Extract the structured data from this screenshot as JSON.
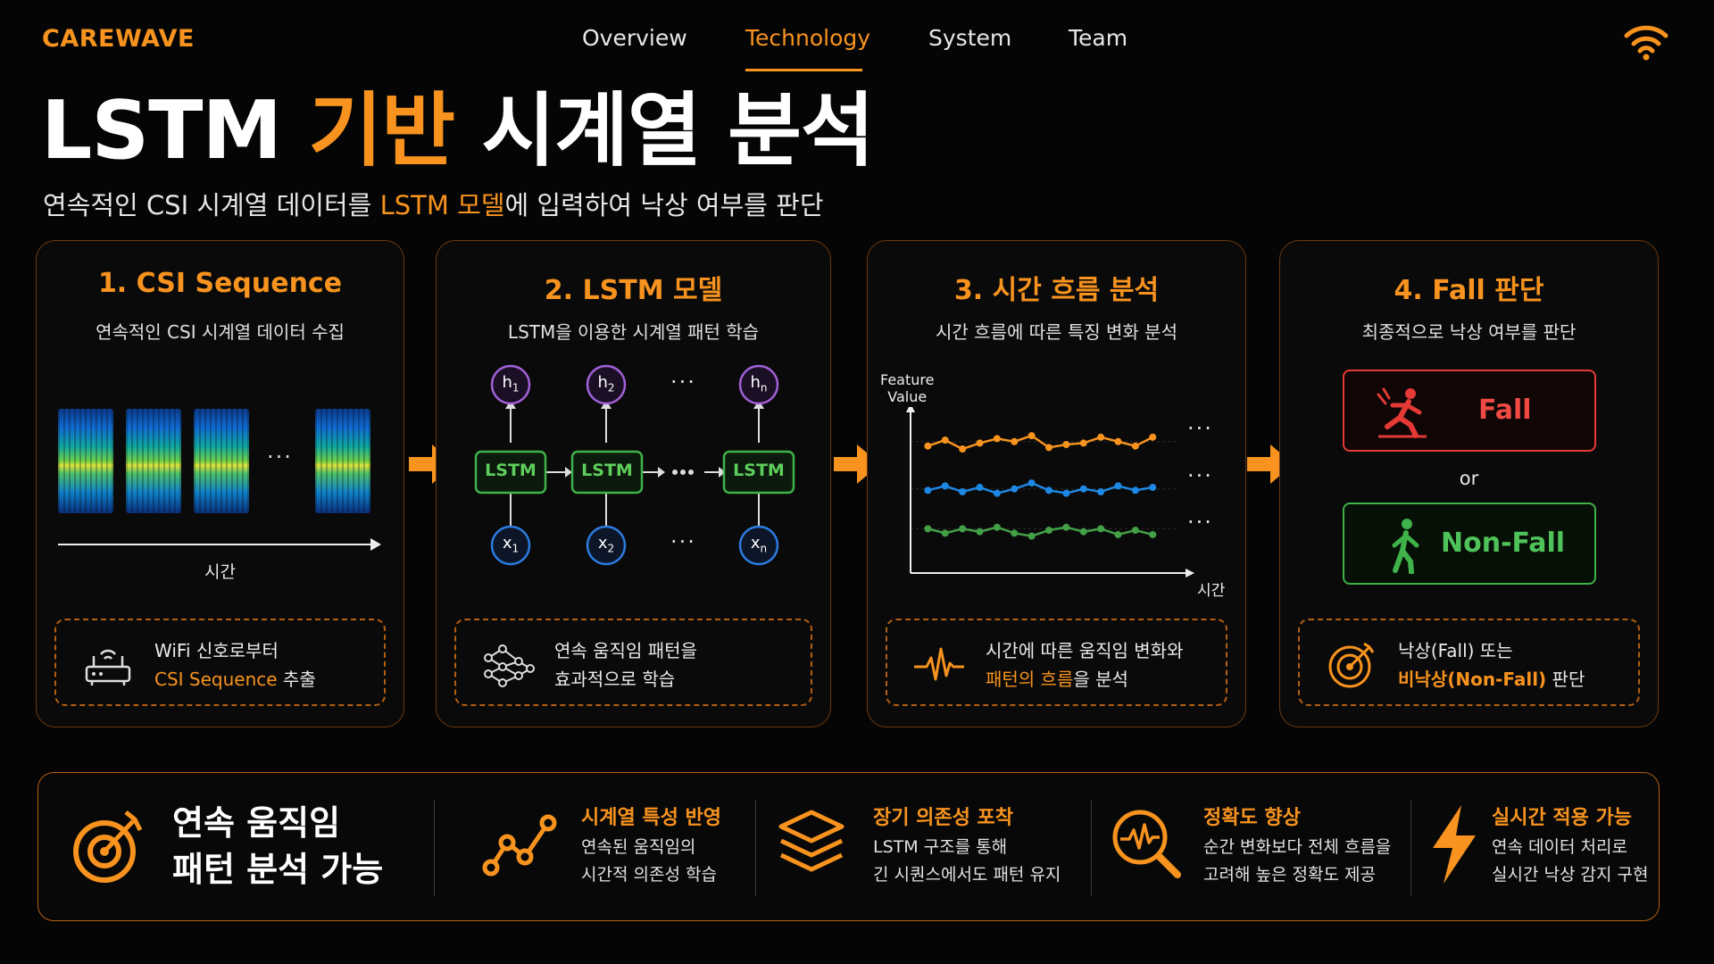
{
  "nav": {
    "logo": "CAREWAVE",
    "items": [
      {
        "label": "Overview",
        "active": false
      },
      {
        "label": "Technology",
        "active": true
      },
      {
        "label": "System",
        "active": false
      },
      {
        "label": "Team",
        "active": false
      }
    ],
    "wifi_icon": "wifi-icon"
  },
  "hero": {
    "title_part1": "LSTM ",
    "title_highlight": "기반",
    "title_part2": " 시계열 분석",
    "subtitle_part1": "연속적인 CSI 시계열 데이터를 ",
    "subtitle_highlight": "LSTM 모델",
    "subtitle_part2": "에 입력하여 낙상 여부를 판단"
  },
  "steps": [
    {
      "title": "1. CSI Sequence",
      "subtitle": "연속적인 CSI 시계열 데이터 수집",
      "dots": "···",
      "axis_label": "시간",
      "box_line1": "WiFi 신호로부터",
      "box_line2_highlight": "CSI Sequence",
      "box_line2_rest": " 추출",
      "icon": "router-icon"
    },
    {
      "title": "2. LSTM 모델",
      "subtitle": "LSTM을 이용한 시계열 패턴 학습",
      "cell_label": "LSTM",
      "hidden_labels": [
        "h",
        "h",
        "h"
      ],
      "hidden_subs": [
        "1",
        "2",
        "n"
      ],
      "input_labels": [
        "x",
        "x",
        "x"
      ],
      "input_subs": [
        "1",
        "2",
        "n"
      ],
      "dots": "···",
      "box_line1": "연속 움직임 패턴을",
      "box_line2": "효과적으로 학습",
      "icon": "neural-network-icon"
    },
    {
      "title": "3. 시간 흐름 분석",
      "subtitle": "시간 흐름에 따른 특징 변화 분석",
      "y_label_line1": "Feature",
      "y_label_line2": "Value",
      "x_label": "시간",
      "dots": "···",
      "box_line1": "시간에 따른 움직임 변화와",
      "box_line2_highlight": "패턴의 흐름",
      "box_line2_rest": "을 분석",
      "icon": "waveform-icon"
    },
    {
      "title": "4. Fall 판단",
      "subtitle": "최종적으로 낙상 여부를 판단",
      "fall_label": "Fall",
      "or_label": "or",
      "nonfall_label": "Non-Fall",
      "box_line1": "낙상(Fall) 또는",
      "box_line2_highlight": "비낙상(Non-Fall)",
      "box_line2_rest": " 판단",
      "icon": "target-icon"
    }
  ],
  "banner": {
    "title_line1": "연속 움직임",
    "title_line2": "패턴 분석 가능",
    "features": [
      {
        "title": "시계열 특성 반영",
        "line1": "연속된 움직임의",
        "line2": "시간적 의존성 학습",
        "icon": "trend-line-icon"
      },
      {
        "title": "장기 의존성 포착",
        "line1": "LSTM 구조를 통해",
        "line2": "긴 시퀀스에서도 패턴 유지",
        "icon": "layers-icon"
      },
      {
        "title": "정확도 향상",
        "line1": "순간 변화보다 전체 흐름을",
        "line2": "고려해 높은 정확도 제공",
        "icon": "magnifier-pulse-icon"
      },
      {
        "title": "실시간 적용 가능",
        "line1": "연속 데이터 처리로",
        "line2": "실시간 낙상 감지 구현",
        "icon": "lightning-icon"
      }
    ]
  },
  "chart_data": {
    "type": "line",
    "title": "",
    "xlabel": "시간",
    "ylabel": "Feature Value",
    "x": [
      1,
      2,
      3,
      4,
      5,
      6,
      7,
      8,
      9,
      10,
      11,
      12,
      13,
      14
    ],
    "series": [
      {
        "color": "#f7931e",
        "values": [
          8.6,
          9.0,
          8.4,
          8.8,
          9.1,
          8.9,
          9.3,
          8.5,
          8.7,
          8.8,
          9.2,
          8.9,
          8.6,
          9.2
        ]
      },
      {
        "color": "#1e88e5",
        "values": [
          5.6,
          5.9,
          5.5,
          5.8,
          5.4,
          5.7,
          6.1,
          5.6,
          5.4,
          5.7,
          5.5,
          5.9,
          5.6,
          5.8
        ]
      },
      {
        "color": "#43a047",
        "values": [
          3.0,
          2.7,
          3.0,
          2.8,
          3.1,
          2.7,
          2.5,
          2.9,
          3.1,
          2.8,
          3.0,
          2.6,
          2.9,
          2.6
        ]
      }
    ],
    "xlim": [
      0,
      16
    ],
    "ylim": [
      0,
      11
    ],
    "grid": true,
    "continues": true
  }
}
